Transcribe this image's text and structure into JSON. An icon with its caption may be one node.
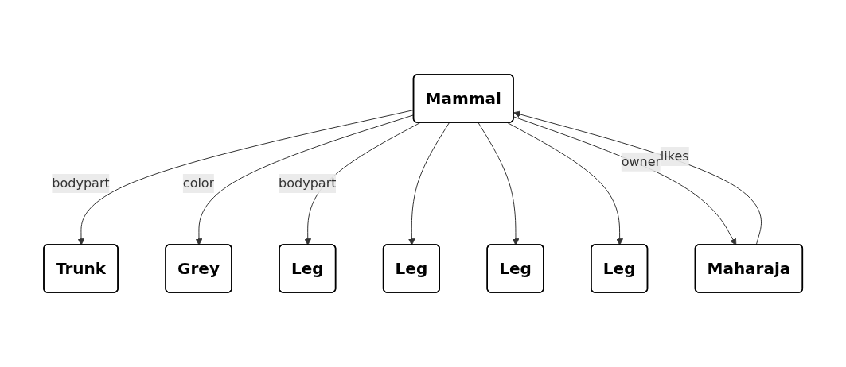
{
  "diagram": {
    "nodes": [
      {
        "text": [
          "Trunk"
        ]
      },
      {
        "text": [
          "Mammal"
        ]
      },
      {
        "text": [
          "Grey"
        ]
      },
      {
        "text": [
          "Leg"
        ]
      },
      {
        "text": [
          "Leg"
        ]
      },
      {
        "text": [
          "Leg"
        ]
      },
      {
        "text": [
          "Leg"
        ]
      },
      {
        "text": [
          "Maharaja"
        ]
      }
    ],
    "edges": [
      {
        "from": 1,
        "to": 0,
        "arrow": "to",
        "label": "bodypart"
      },
      {
        "from": 1,
        "to": 2,
        "arrow": "to",
        "label": "color"
      },
      {
        "from": 1,
        "to": 3,
        "arrow": "to",
        "label": "bodypart"
      },
      {
        "from": 1,
        "to": 4,
        "arrow": "to"
      },
      {
        "from": 1,
        "to": 5,
        "arrow": "to"
      },
      {
        "from": 1,
        "to": 6,
        "arrow": "to"
      },
      {
        "from": 1,
        "to": 7,
        "arrow": "to",
        "label": "owner"
      },
      {
        "from": 7,
        "to": 1,
        "arrow": "to",
        "label": "likes"
      }
    ]
  }
}
